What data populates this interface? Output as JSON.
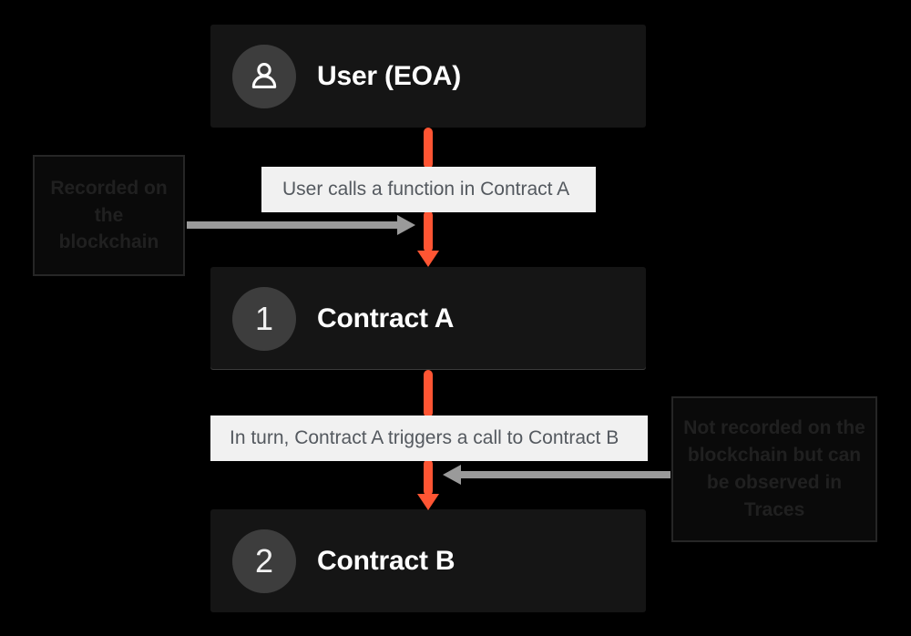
{
  "diagram": {
    "background_color": "#000000",
    "accent_color": "#ff5533",
    "gray_arrow_color": "#9a9a9a",
    "node_bg_color": "#151515",
    "caption_bg_color": "#f1f1f1",
    "badge_bg_color": "#3d3d3d",
    "nodes": [
      {
        "id": "user",
        "label": "User (EOA)",
        "badge_type": "person-icon",
        "badge_text": ""
      },
      {
        "id": "contract-a",
        "label": "Contract A",
        "badge_type": "number",
        "badge_text": "1"
      },
      {
        "id": "contract-b",
        "label": "Contract B",
        "badge_type": "number",
        "badge_text": "2"
      }
    ],
    "captions": [
      {
        "id": "caption-1",
        "text": "User calls a function in Contract A"
      },
      {
        "id": "caption-2",
        "text": "In turn, Contract A triggers a call to Contract B"
      }
    ],
    "annotations": [
      {
        "id": "annot-left",
        "text": "Recorded on the blockchain",
        "points_to": "contract-a-call",
        "arrow_direction": "right"
      },
      {
        "id": "annot-right",
        "text": "Not recorded on the blockchain but can be observed in Traces",
        "points_to": "contract-b-call",
        "arrow_direction": "left"
      }
    ]
  }
}
